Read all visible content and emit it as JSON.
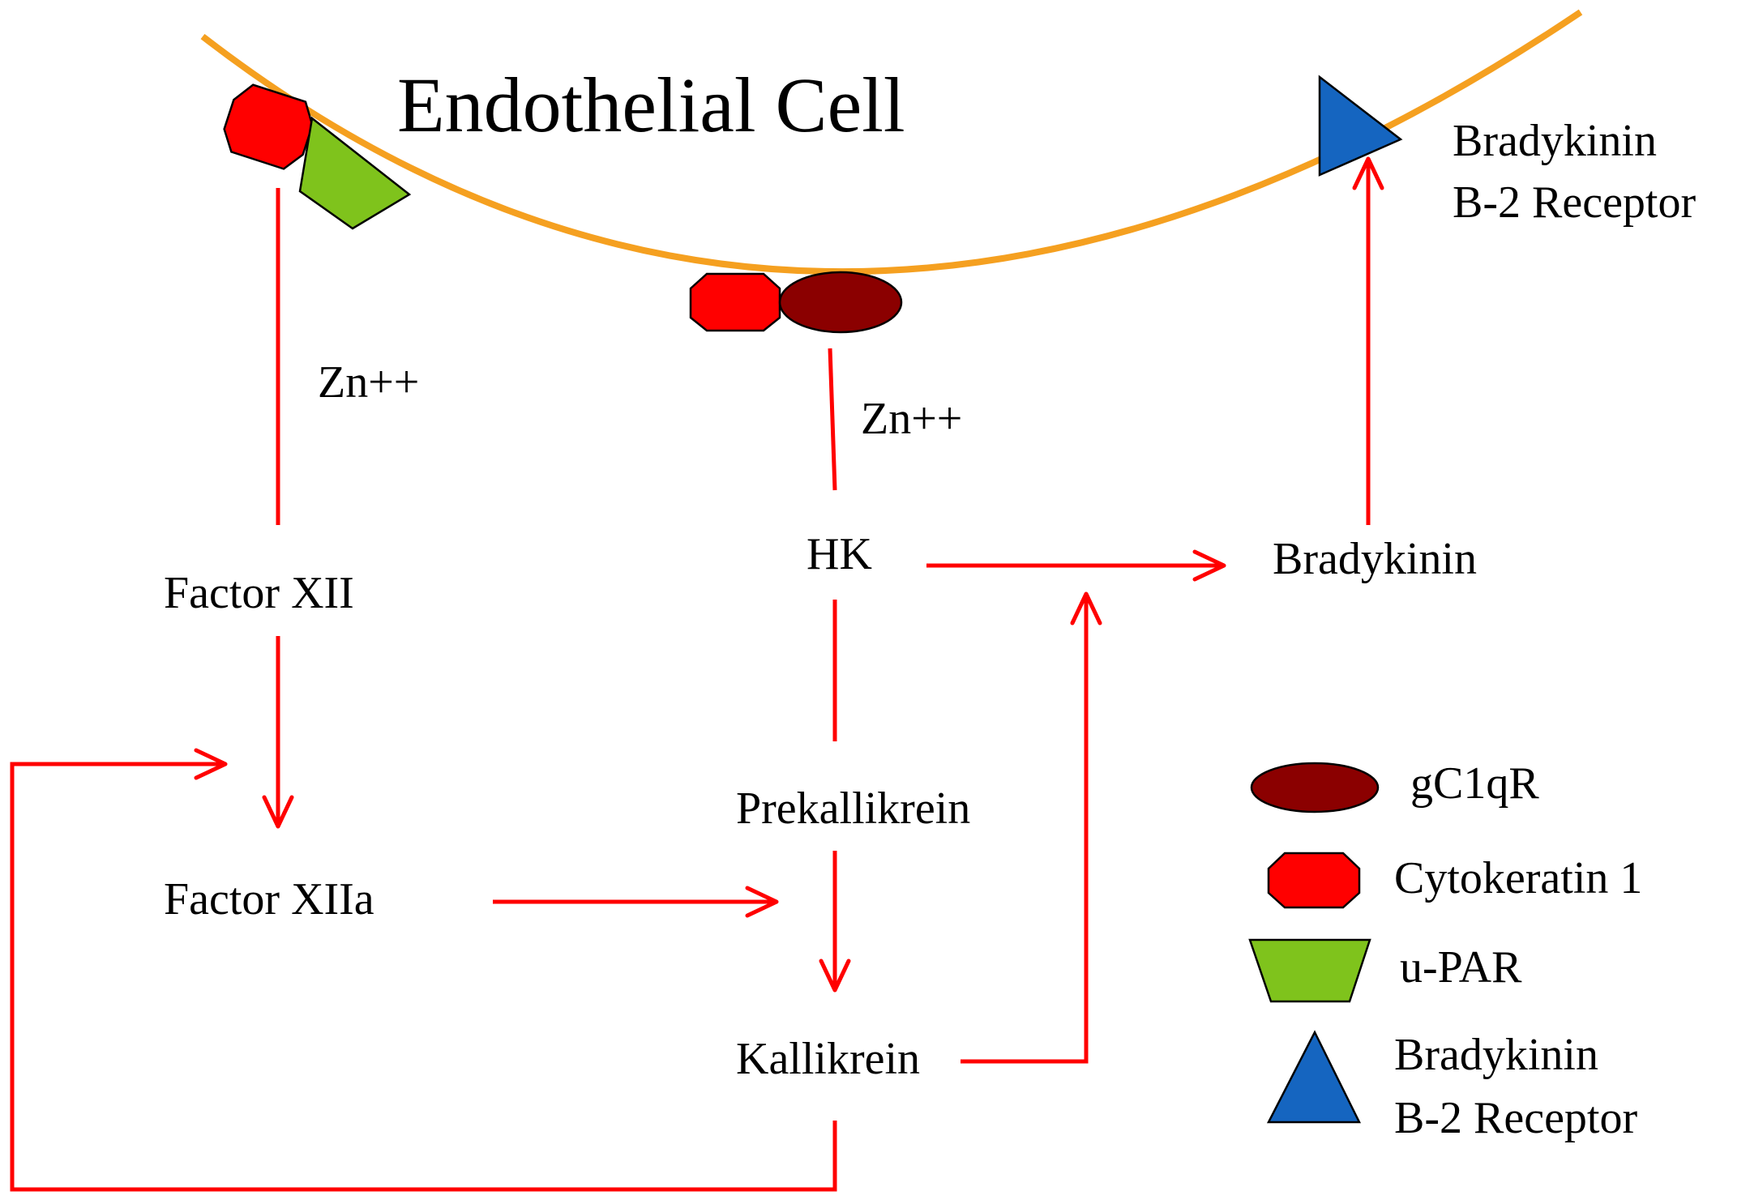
{
  "title": "Endothelial Cell",
  "nodes": {
    "factor_xii": "Factor XII",
    "factor_xiia": "Factor XIIa",
    "hk": "HK",
    "prekallikrein": "Prekallikrein",
    "kallikrein": "Kallikrein",
    "bradykinin": "Bradykinin"
  },
  "ions": {
    "left": "Zn++",
    "center": "Zn++"
  },
  "receptor_label": {
    "line1": "Bradykinin",
    "line2": "B-2 Receptor"
  },
  "legend": [
    {
      "label": "gC1qR",
      "shape": "ellipse",
      "color": "#8b0000"
    },
    {
      "label": "Cytokeratin 1",
      "shape": "octagon",
      "color": "#ff0000"
    },
    {
      "label": "u-PAR",
      "shape": "trapezoid",
      "color": "#7fc31c"
    },
    {
      "label_line1": "Bradykinin",
      "label_line2": "B-2 Receptor",
      "shape": "triangle",
      "color": "#1565c0"
    }
  ],
  "colors": {
    "membrane": "#f5a020",
    "arrows": "#ff0000",
    "gc1qr": "#8b0000",
    "cytokeratin": "#ff0000",
    "upar": "#7fc31c",
    "b2_receptor": "#1565c0"
  }
}
